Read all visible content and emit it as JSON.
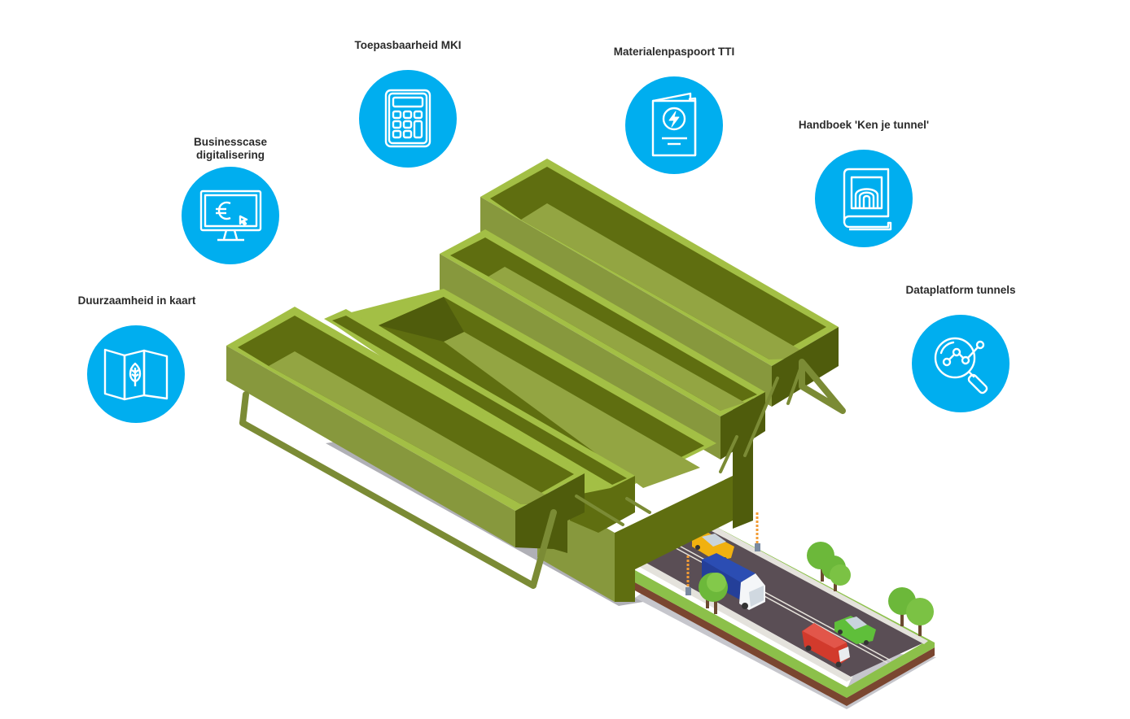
{
  "colors": {
    "circle": "#00aeef",
    "icon_stroke": "#ffffff",
    "label": "#2b2b2b",
    "box_light": "#a3bf45",
    "box_mid": "#87983d",
    "box_floor": "#93a542",
    "box_dark": "#5f6e10",
    "box_darker": "#4f5c0c",
    "handle": "#7b8b35",
    "shadow": "#b0b0b6",
    "road": "#5a4e55",
    "grass": "#8cc04a",
    "soil": "#7a4630",
    "curb": "#e4e2dc"
  },
  "nodes": [
    {
      "id": "duurzaamheid",
      "label": "Duurzaamheid in kaart",
      "icon": "map-leaf-icon"
    },
    {
      "id": "businesscase",
      "label_lines": [
        "Businesscase",
        "digitalisering"
      ],
      "icon": "monitor-euro-icon"
    },
    {
      "id": "mki",
      "label": "Toepasbaarheid MKI",
      "icon": "calculator-icon"
    },
    {
      "id": "materialenpaspoort",
      "label": "Materialenpaspoort TTI",
      "icon": "passport-icon"
    },
    {
      "id": "handboek",
      "label": "Handboek 'Ken je tunnel'",
      "icon": "tunnel-book-icon"
    },
    {
      "id": "dataplatform",
      "label": "Dataplatform tunnels",
      "icon": "data-magnifier-icon"
    }
  ],
  "illustration": {
    "subject": "toolbox-tunnel",
    "vehicles": [
      "yellow-car",
      "blue-truck",
      "red-van",
      "green-car"
    ]
  }
}
